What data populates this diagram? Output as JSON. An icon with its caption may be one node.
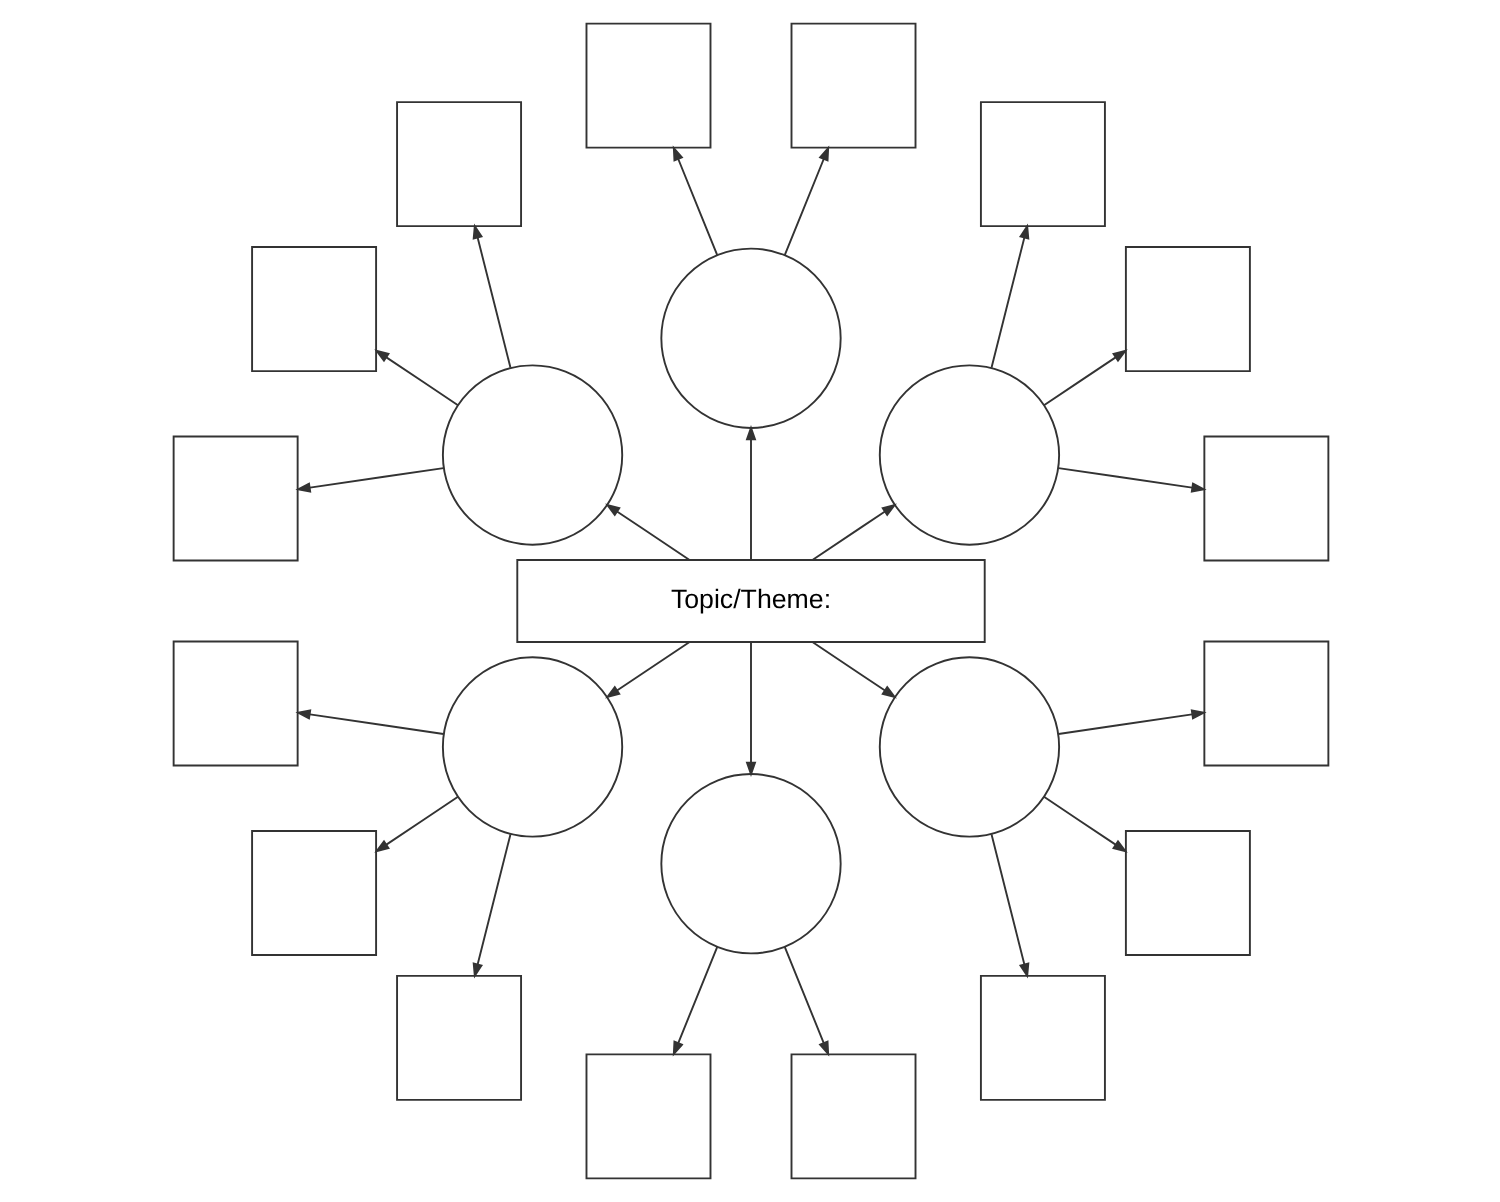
{
  "diagram": {
    "nodes": [
      {
        "text": [
          "Topic/Theme:"
        ]
      },
      {
        "text": [],
        "shape": "circle"
      },
      {
        "text": [],
        "shape": "circle"
      },
      {
        "text": [],
        "shape": "circle"
      },
      {
        "text": [],
        "shape": "circle"
      },
      {
        "text": [],
        "shape": "circle"
      },
      {
        "text": [],
        "shape": "circle"
      },
      {
        "text": [],
        "shape": "box"
      },
      {
        "text": [],
        "shape": "box"
      },
      {
        "text": [],
        "shape": "box"
      },
      {
        "text": [],
        "shape": "box"
      },
      {
        "text": [],
        "shape": "box"
      },
      {
        "text": [],
        "shape": "box"
      },
      {
        "text": [],
        "shape": "box"
      },
      {
        "text": [],
        "shape": "box"
      },
      {
        "text": [],
        "shape": "box"
      },
      {
        "text": [],
        "shape": "box"
      },
      {
        "text": [],
        "shape": "box"
      },
      {
        "text": [],
        "shape": "box"
      },
      {
        "text": [],
        "shape": "box"
      },
      {
        "text": [],
        "shape": "box"
      },
      {
        "text": [],
        "shape": "box"
      },
      {
        "text": [],
        "shape": "box"
      }
    ],
    "edges": [
      {
        "from": 0,
        "to": 1,
        "arrow": "to"
      },
      {
        "from": 0,
        "to": 2,
        "arrow": "to"
      },
      {
        "from": 0,
        "to": 3,
        "arrow": "to"
      },
      {
        "from": 0,
        "to": 6,
        "arrow": "to"
      },
      {
        "from": 0,
        "to": 5,
        "arrow": "to"
      },
      {
        "from": 0,
        "to": 4,
        "arrow": "to"
      },
      {
        "from": 1,
        "to": 9,
        "arrow": "to"
      },
      {
        "from": 1,
        "to": 8,
        "arrow": "to"
      },
      {
        "from": 1,
        "to": 7,
        "arrow": "to"
      },
      {
        "from": 2,
        "to": 10,
        "arrow": "to"
      },
      {
        "from": 2,
        "to": 11,
        "arrow": "to"
      },
      {
        "from": 3,
        "to": 12,
        "arrow": "to"
      },
      {
        "from": 3,
        "to": 13,
        "arrow": "to"
      },
      {
        "from": 3,
        "to": 14,
        "arrow": "to"
      },
      {
        "from": 6,
        "to": 15,
        "arrow": "to"
      },
      {
        "from": 6,
        "to": 16,
        "arrow": "to"
      },
      {
        "from": 6,
        "to": 22,
        "arrow": "to"
      },
      {
        "from": 5,
        "to": 21,
        "arrow": "to"
      },
      {
        "from": 5,
        "to": 20,
        "arrow": "to"
      },
      {
        "from": 4,
        "to": 19,
        "arrow": "to"
      },
      {
        "from": 4,
        "to": 18,
        "arrow": "to"
      },
      {
        "from": 4,
        "to": 17,
        "arrow": "to"
      }
    ]
  }
}
